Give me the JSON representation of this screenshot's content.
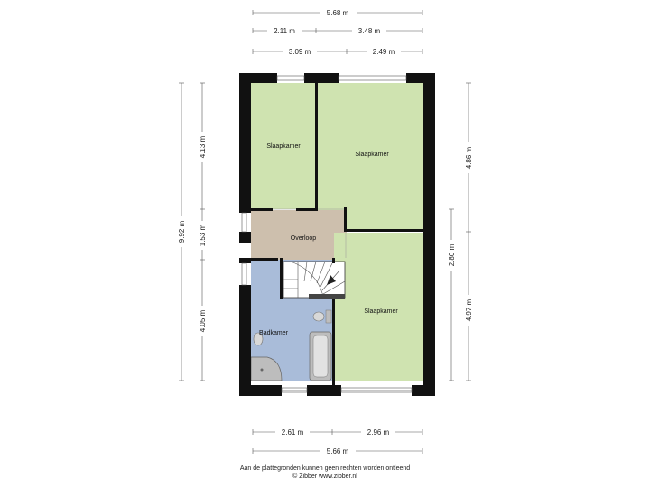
{
  "dimensions": {
    "top_total": "5.68 m",
    "top_row2_left": "2.11 m",
    "top_row2_right": "3.48 m",
    "top_row3_left": "3.09 m",
    "top_row3_right": "2.49 m",
    "left_total": "9.92 m",
    "left_top": "4.13 m",
    "left_mid": "1.53 m",
    "left_bottom": "4.05 m",
    "right_top": "4.86 m",
    "right_mid": "2.80 m",
    "right_bottom": "4.97 m",
    "bottom_left": "2.61 m",
    "bottom_right": "2.96 m",
    "bottom_total": "5.66 m"
  },
  "rooms": {
    "bedroom_top_left": "Slaapkamer",
    "bedroom_top_right": "Slaapkamer",
    "landing": "Overloop",
    "bathroom": "Badkamer",
    "bedroom_bottom_right": "Slaapkamer"
  },
  "colors": {
    "bedroom": "#cfe3b0",
    "landing": "#cdbfad",
    "bathroom": "#a9bcd9",
    "wall": "#111111",
    "fixture": "#bdbdbd"
  },
  "footer": {
    "line1": "Aan de plattegronden kunnen geen rechten worden ontleend",
    "line2": "© Zibber www.zibber.nl"
  }
}
